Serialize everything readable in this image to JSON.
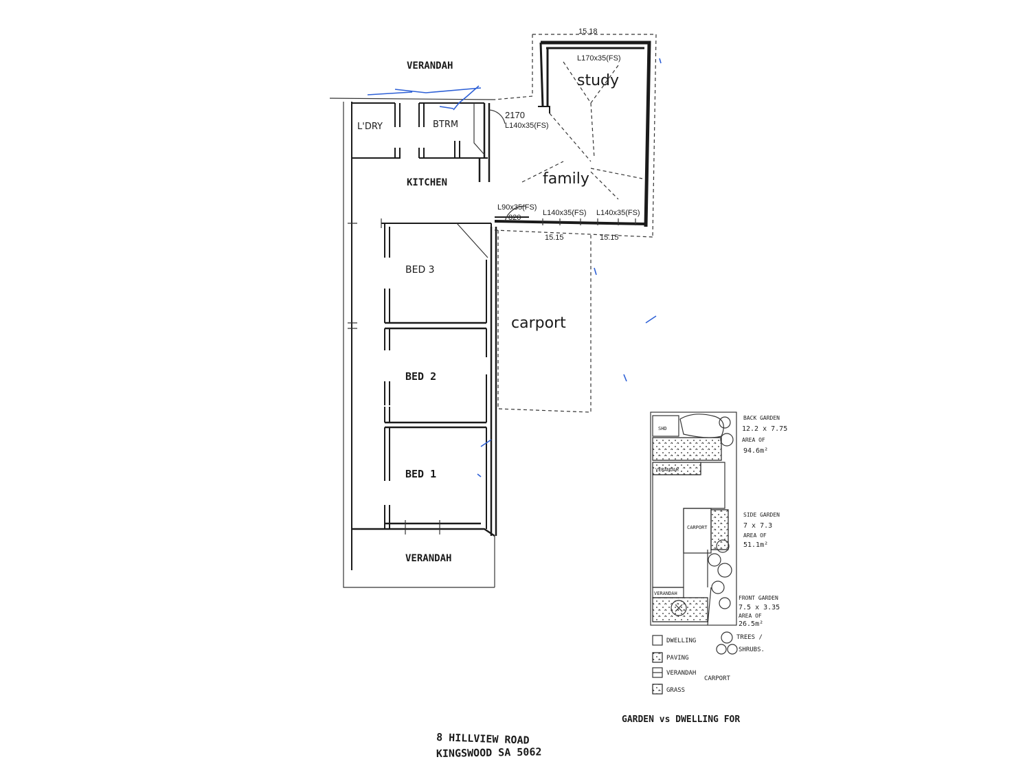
{
  "plan": {
    "verandah_top": "VERANDAH",
    "verandah_bottom": "VERANDAH",
    "laundry": "L'DRY",
    "bathroom": "BTRM",
    "kitchen": "KITCHEN",
    "study": "study",
    "family": "family",
    "bed3": "BED 3",
    "bed2": "BED 2",
    "bed1": "BED 1",
    "carport": "carport",
    "dims": {
      "top_width": "15.18",
      "study_window": "L170x35(FS)",
      "door_2170": "2170",
      "family_window_left": "L140x35(FS)",
      "family_window_bottom_small": "L90x35(FS)",
      "door_820": "820",
      "bottom_window_1": "L140x35(FS)",
      "bottom_window_2": "L140x35(FS)",
      "bottom_dim_1": "15.15",
      "bottom_dim_2": "15.15"
    }
  },
  "site": {
    "back_garden": [
      "BACK GARDEN",
      "12.2 x 7.75",
      "AREA OF",
      "94.6m²"
    ],
    "side_garden": [
      "SIDE GARDEN",
      "7 x 7.3",
      "AREA OF",
      "51.1m²"
    ],
    "front_garden": [
      "FRONT GARDEN",
      "7.5 x 3.35",
      "AREA OF",
      "26.5m²"
    ],
    "shed": "SHD",
    "verandah": "VERANDAH",
    "carport": "CARPORT",
    "verandah2": "VERANDAH"
  },
  "legend": {
    "dwelling": "DWELLING",
    "paving": "PAVING",
    "verandah_carport_1": "VERANDAH",
    "verandah_carport_2": "CARPORT",
    "grass": "GRASS",
    "trees_1": "TREES /",
    "trees_2": "SHRUBS."
  },
  "caption": "GARDEN vs DWELLING FOR",
  "address": {
    "line1": "8 HILLVIEW ROAD",
    "line2": "KINGSWOOD SA 5062"
  }
}
